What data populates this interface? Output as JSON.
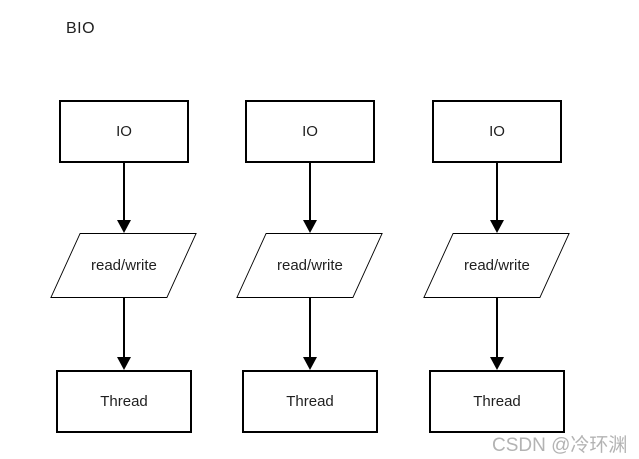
{
  "title": "BIO",
  "diagram": {
    "type": "flowchart",
    "columns": [
      {
        "io_label": "IO",
        "operation_label": "read/write",
        "thread_label": "Thread"
      },
      {
        "io_label": "IO",
        "operation_label": "read/write",
        "thread_label": "Thread"
      },
      {
        "io_label": "IO",
        "operation_label": "read/write",
        "thread_label": "Thread"
      }
    ]
  },
  "watermark": "CSDN @冷环渊",
  "colors": {
    "background": "#ffffff",
    "stroke": "#000000",
    "text": "#1f1f1f",
    "watermark": "#b3b3b3"
  }
}
